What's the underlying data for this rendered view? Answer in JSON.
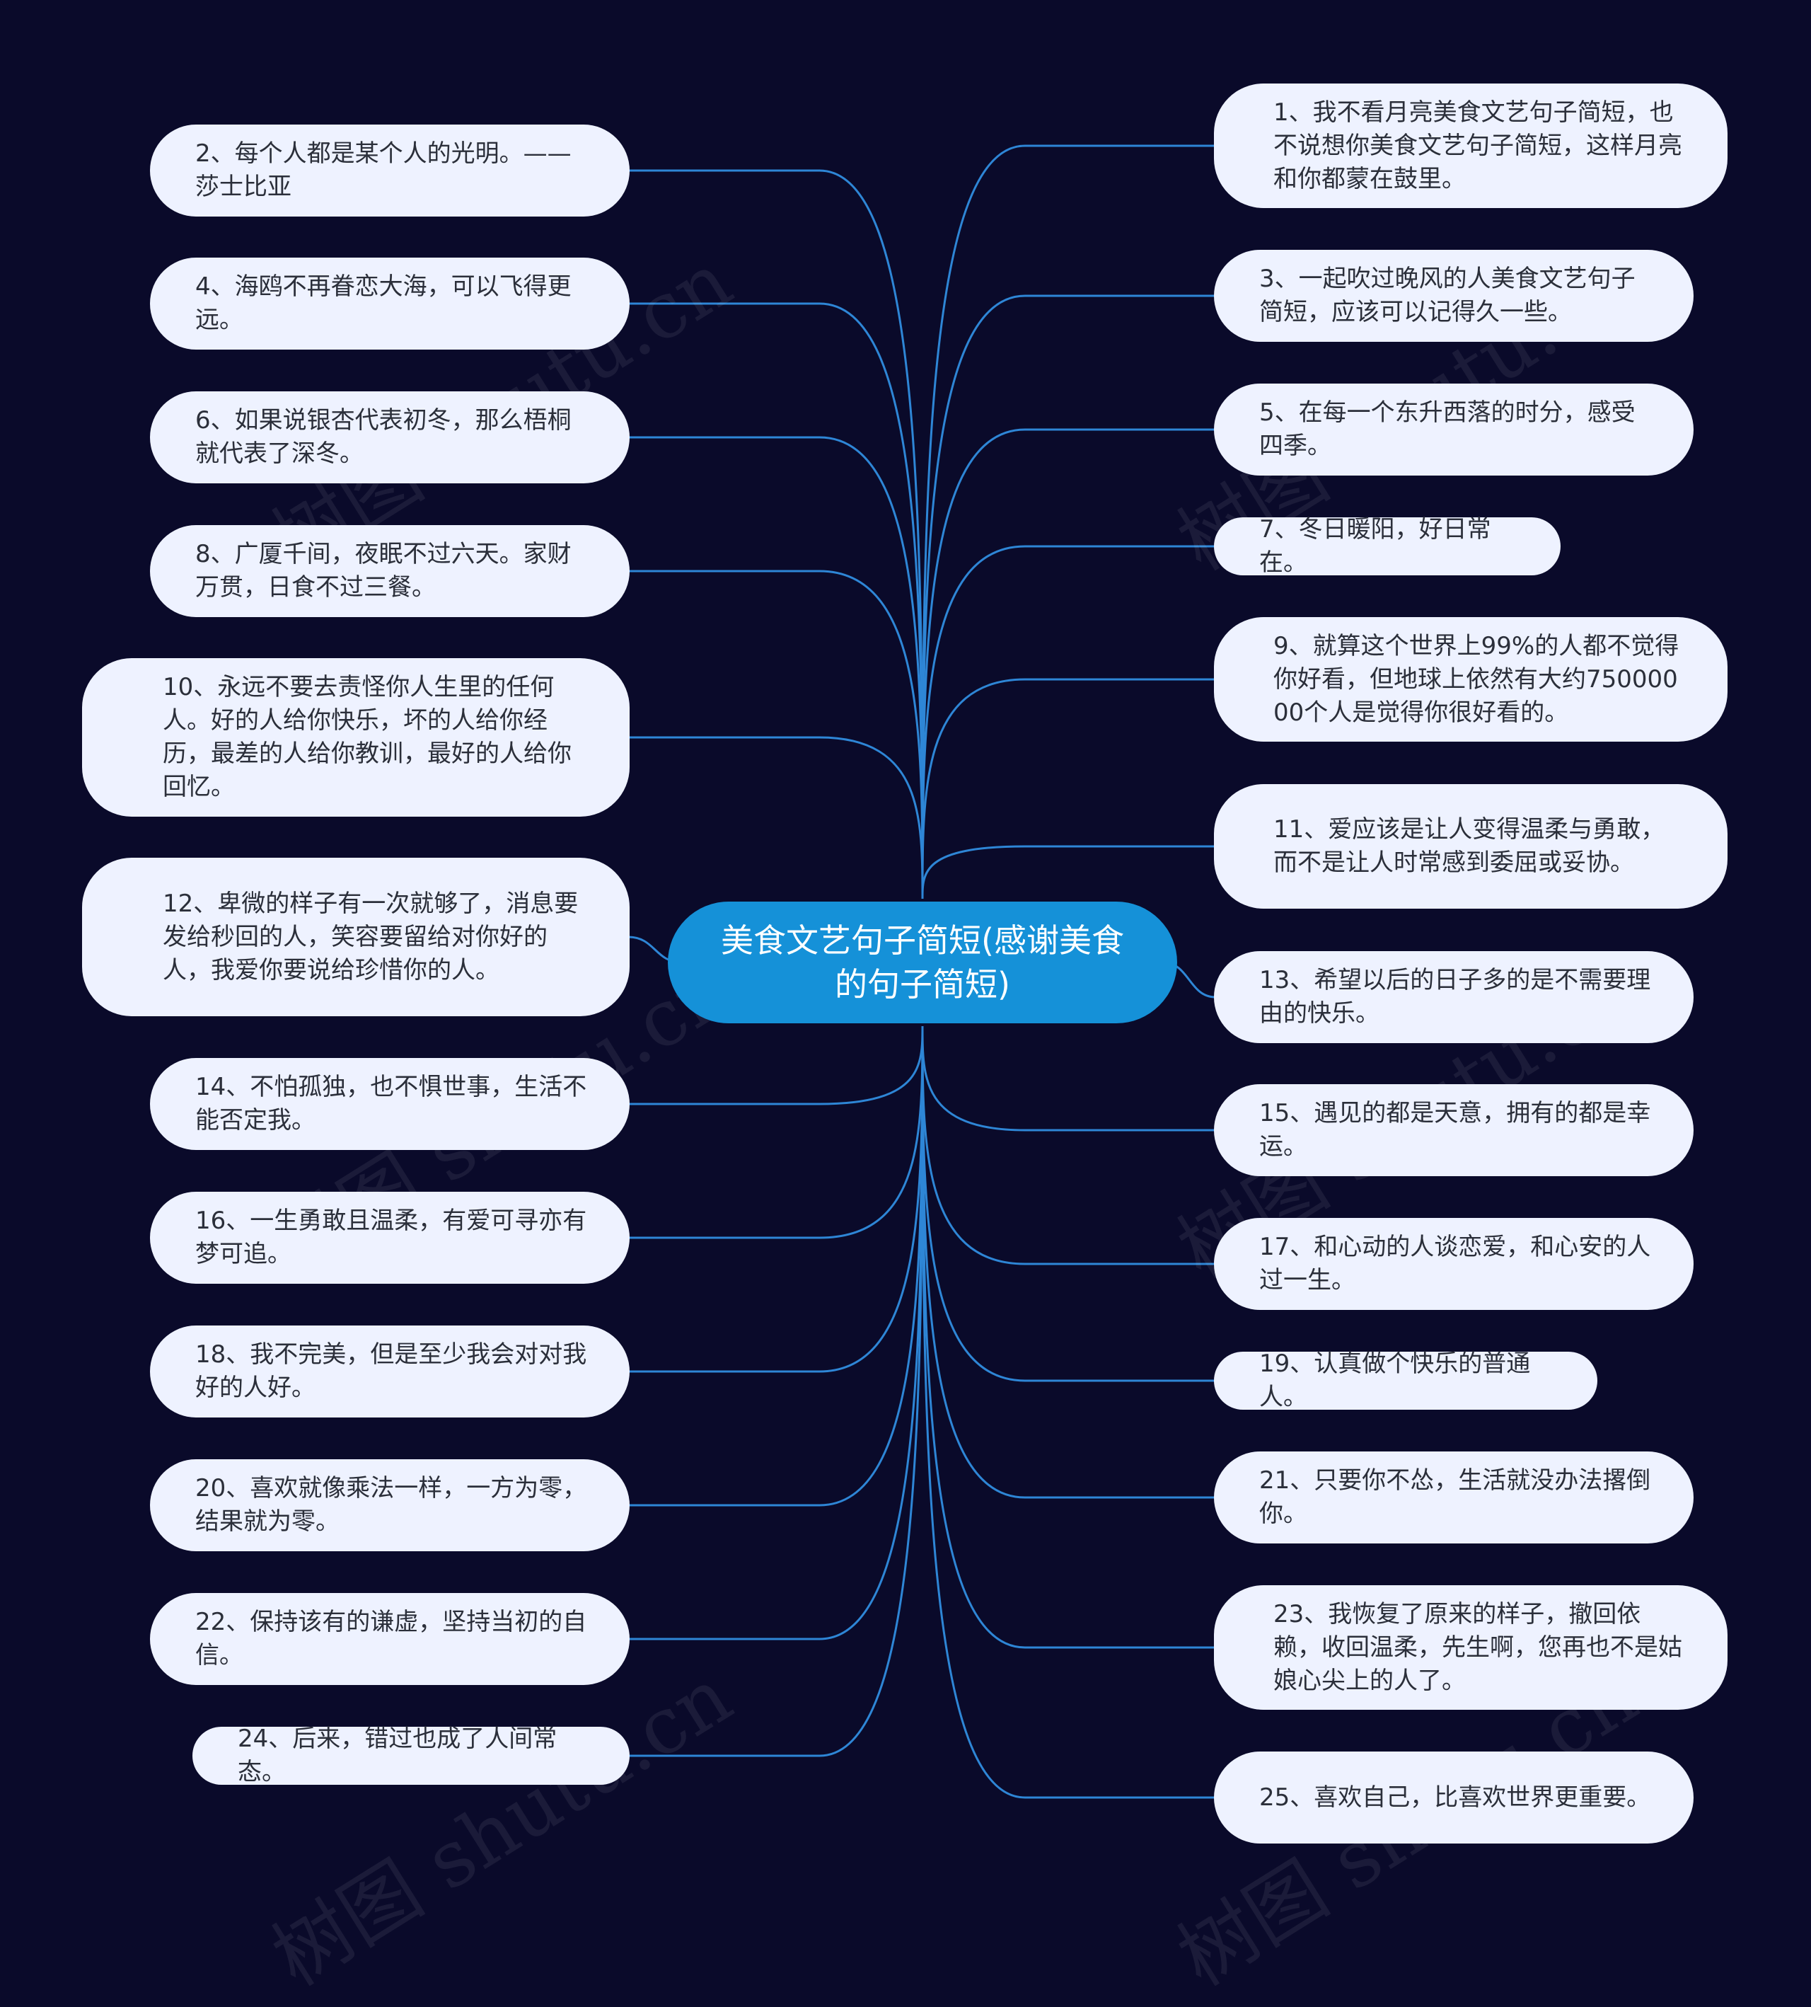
{
  "center": {
    "text": "美食文艺句子简短(感谢美食的句子简短)"
  },
  "colors": {
    "background": "#0a0a2a",
    "center_fill": "#1591d8",
    "node_fill": "#eef2ff",
    "link": "#2e86d6"
  },
  "watermark": "树图 shutu.cn",
  "nodes": [
    "1、我不看月亮美食文艺句子简短，也不说想你美食文艺句子简短，这样月亮和你都蒙在鼓里。",
    "2、每个人都是某个人的光明。——莎士比亚",
    "3、一起吹过晚风的人美食文艺句子简短，应该可以记得久一些。",
    "4、海鸥不再眷恋大海，可以飞得更远。",
    "5、在每一个东升西落的时分，感受四季。",
    "6、如果说银杏代表初冬，那么梧桐就代表了深冬。",
    "7、冬日暖阳，好日常在。",
    "8、广厦千间，夜眠不过六天。家财万贯，日食不过三餐。",
    "9、就算这个世界上99%的人都不觉得你好看，但地球上依然有大约75000000个人是觉得你很好看的。",
    "10、永远不要去责怪你人生里的任何人。好的人给你快乐，坏的人给你经历，最差的人给你教训，最好的人给你回忆。",
    "11、爱应该是让人变得温柔与勇敢，而不是让人时常感到委屈或妥协。",
    "12、卑微的样子有一次就够了，消息要发给秒回的人，笑容要留给对你好的人，我爱你要说给珍惜你的人。",
    "13、希望以后的日子多的是不需要理由的快乐。",
    "14、不怕孤独，也不惧世事，生活不能否定我。",
    "15、遇见的都是天意，拥有的都是幸运。",
    "16、一生勇敢且温柔，有爱可寻亦有梦可追。",
    "17、和心动的人谈恋爱，和心安的人过一生。",
    "18、我不完美，但是至少我会对对我好的人好。",
    "19、认真做个快乐的普通人。",
    "20、喜欢就像乘法一样，一方为零，结果就为零。",
    "21、只要你不怂，生活就没办法撂倒你。",
    "22、保持该有的谦虚，坚持当初的自信。",
    "23、我恢复了原来的样子，撤回依赖，收回温柔，先生啊，您再也不是姑娘心尖上的人了。",
    "24、后来，错过也成了人间常态。",
    "25、喜欢自己，比喜欢世界更重要。"
  ]
}
